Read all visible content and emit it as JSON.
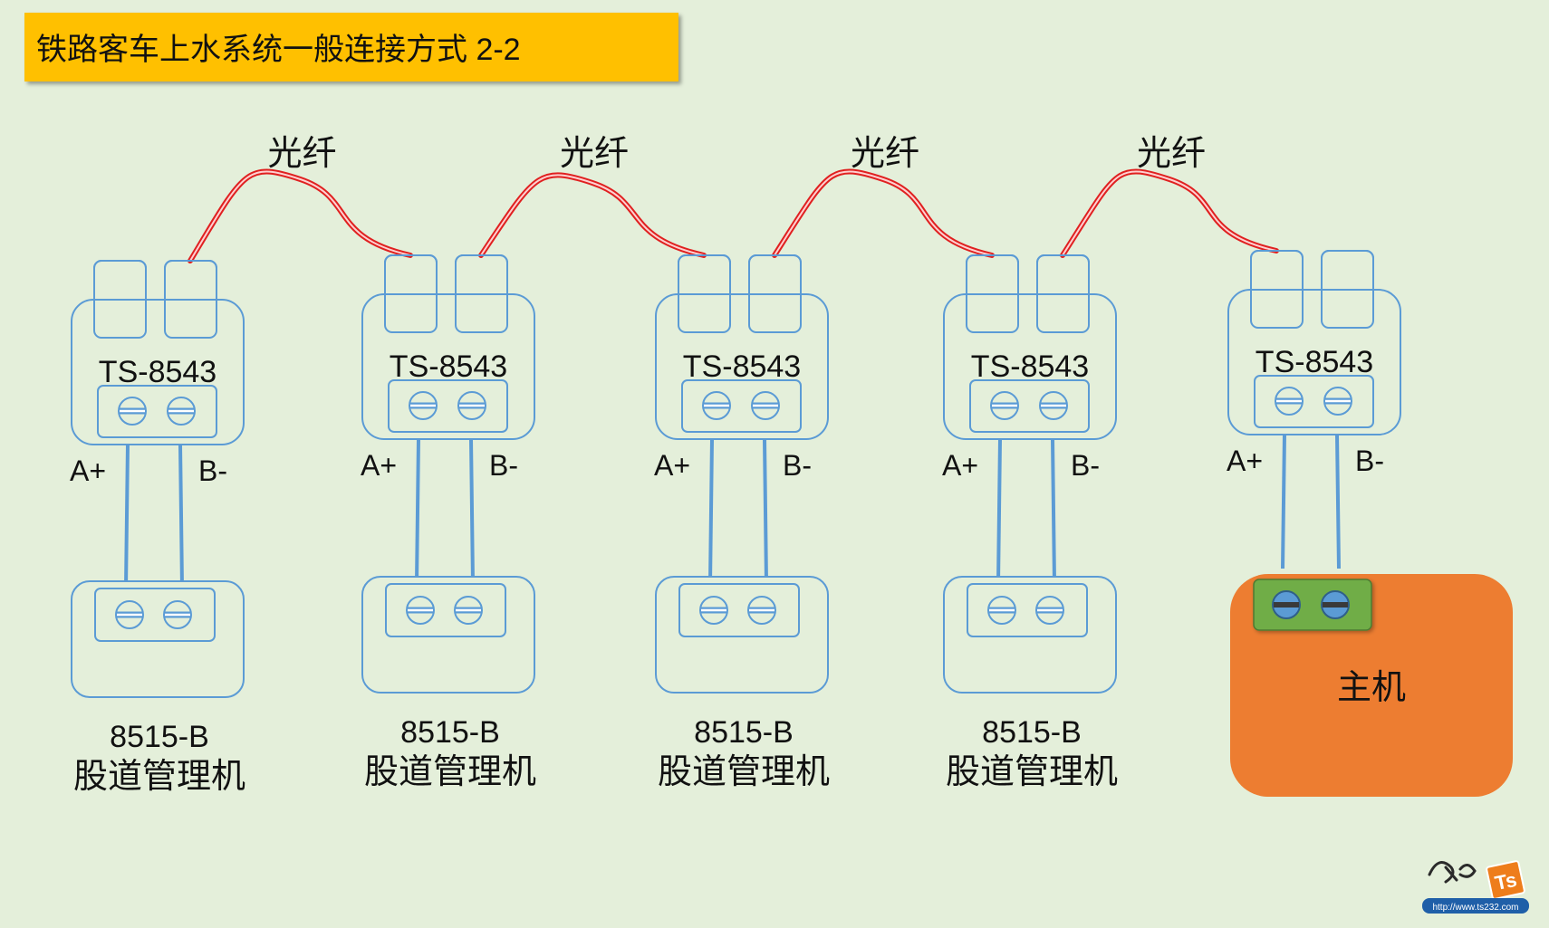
{
  "title": "铁路客车上水系统一般连接方式 2-2",
  "fiber_label": "光纤",
  "converters": [
    {
      "model": "TS-8543",
      "pin_a": "A+",
      "pin_b": "B-"
    },
    {
      "model": "TS-8543",
      "pin_a": "A+",
      "pin_b": "B-"
    },
    {
      "model": "TS-8543",
      "pin_a": "A+",
      "pin_b": "B-"
    },
    {
      "model": "TS-8543",
      "pin_a": "A+",
      "pin_b": "B-"
    },
    {
      "model": "TS-8543",
      "pin_a": "A+",
      "pin_b": "B-"
    }
  ],
  "track_managers": [
    {
      "model": "8515-B",
      "name": "股道管理机"
    },
    {
      "model": "8515-B",
      "name": "股道管理机"
    },
    {
      "model": "8515-B",
      "name": "股道管理机"
    },
    {
      "model": "8515-B",
      "name": "股道管理机"
    }
  ],
  "host": {
    "label": "主机"
  },
  "logo": {
    "text": "Ts",
    "url_text": "http://www.ts232.com"
  },
  "colors": {
    "background": "#e4efda",
    "title_bar": "#ffc000",
    "device_outline": "#5b9bd5",
    "fiber": "#e02020",
    "host": "#ed7d31",
    "host_terminal": "#70ad47"
  }
}
